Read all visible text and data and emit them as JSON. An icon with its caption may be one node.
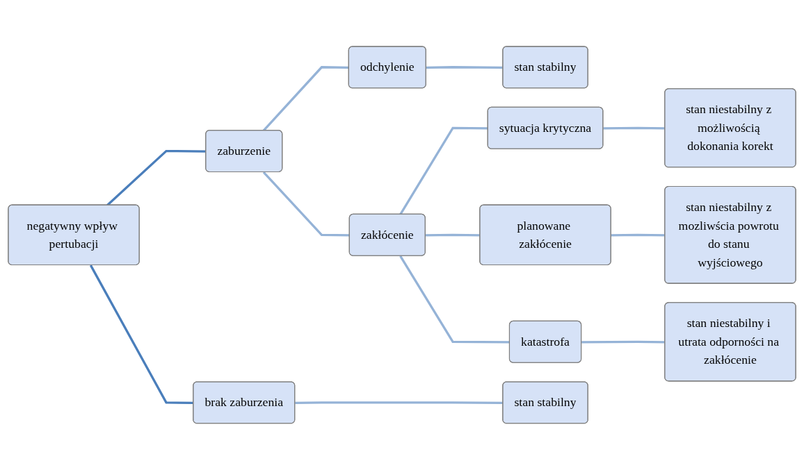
{
  "diagram": {
    "nodes": [
      {
        "text": [
          "negatywny wpływ pertubacji"
        ]
      },
      {
        "text": [
          "zaburzenie"
        ]
      },
      {
        "text": [
          "brak zaburzenia"
        ]
      },
      {
        "text": [
          "odchylenie"
        ]
      },
      {
        "text": [
          "zakłócenie"
        ]
      },
      {
        "text": [
          "stan stabilny"
        ]
      },
      {
        "text": [
          "sytuacja krytyczna"
        ]
      },
      {
        "text": [
          "planowane zakłócenie"
        ]
      },
      {
        "text": [
          "katastrofa"
        ]
      },
      {
        "text": [
          "stan niestabilny z możliwością dokonania korekt"
        ]
      },
      {
        "text": [
          "stan niestabilny z mozliwścia powrotu do stanu wyjściowego"
        ]
      },
      {
        "text": [
          "stan niestabilny i utrata odporności na zakłócenie"
        ]
      },
      {
        "text": [
          "stan stabilny"
        ]
      }
    ],
    "edges": [
      {
        "from": 0,
        "to": 1,
        "arrow": "none",
        "color": "#4a7ebb"
      },
      {
        "from": 0,
        "to": 2,
        "arrow": "none",
        "color": "#4a7ebb"
      },
      {
        "from": 1,
        "to": 3,
        "arrow": "none"
      },
      {
        "from": 1,
        "to": 4,
        "arrow": "none"
      },
      {
        "from": 3,
        "to": 5,
        "arrow": "none"
      },
      {
        "from": 4,
        "to": 6,
        "arrow": "none"
      },
      {
        "from": 4,
        "to": 7,
        "arrow": "none"
      },
      {
        "from": 4,
        "to": 8,
        "arrow": "none"
      },
      {
        "from": 6,
        "to": 9,
        "arrow": "none"
      },
      {
        "from": 7,
        "to": 10,
        "arrow": "none"
      },
      {
        "from": 8,
        "to": 11,
        "arrow": "none"
      },
      {
        "from": 2,
        "to": 12,
        "arrow": "none"
      }
    ]
  }
}
